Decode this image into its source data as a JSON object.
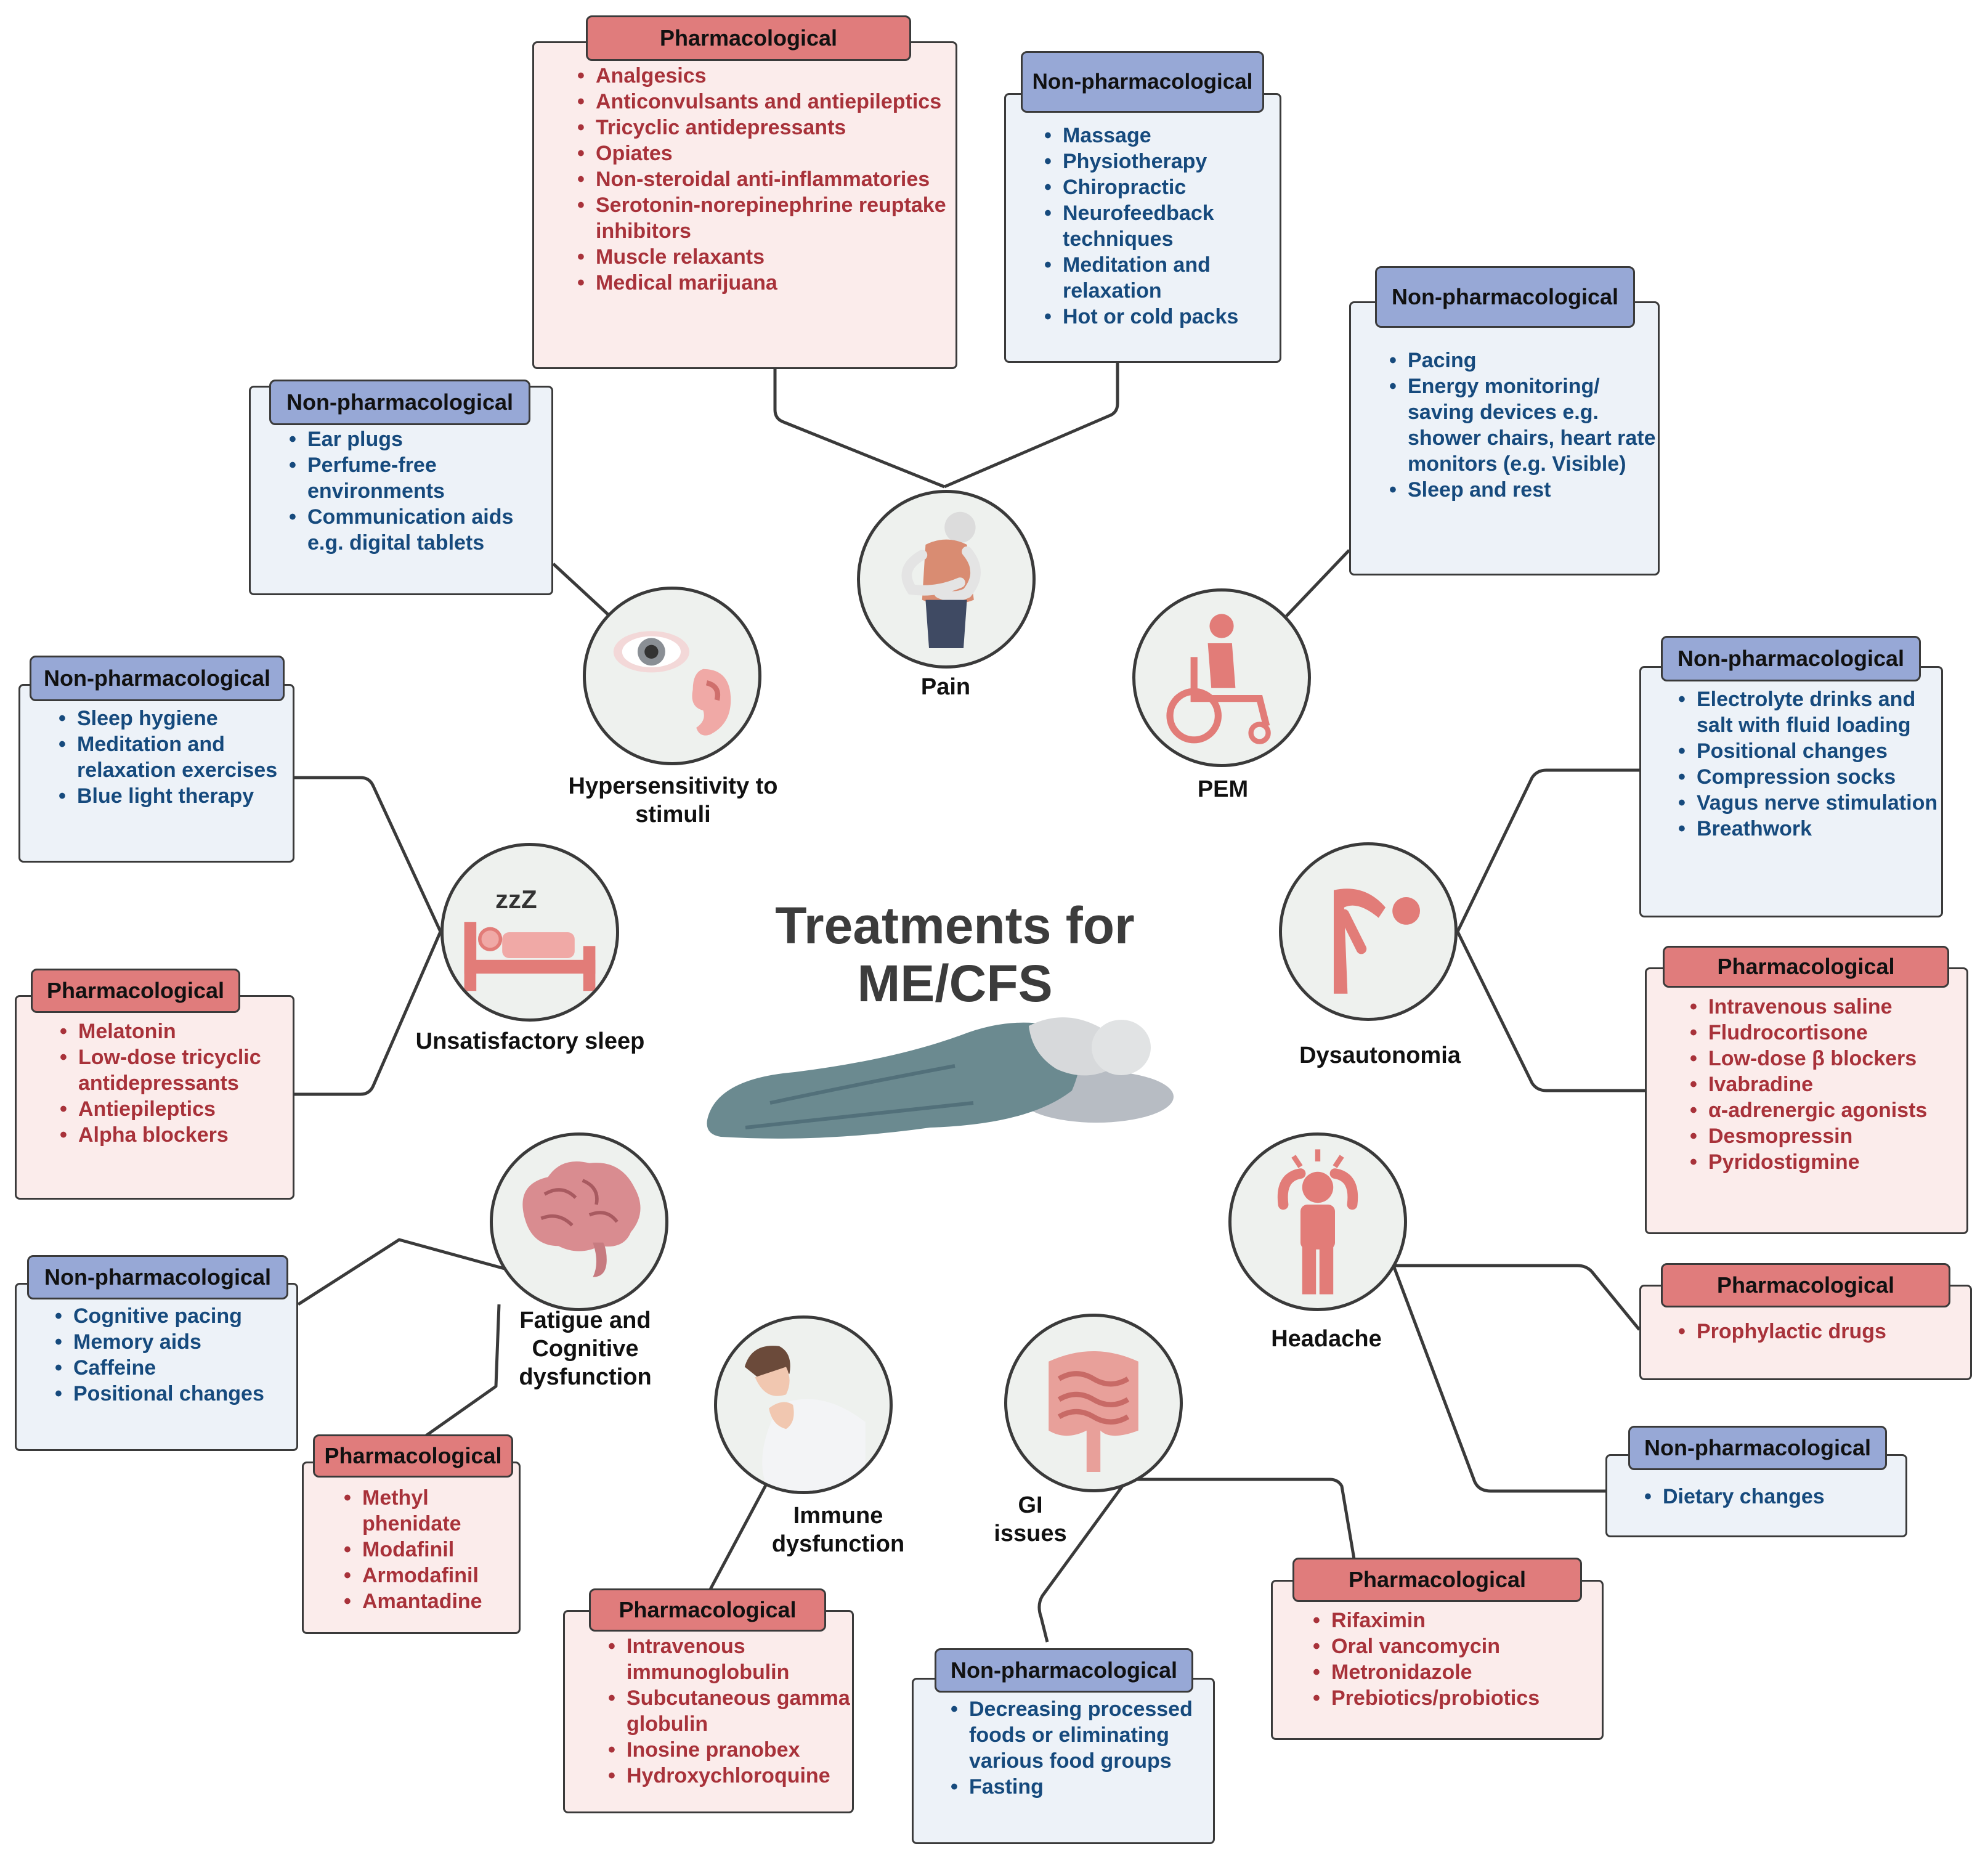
{
  "title": "Treatments for ME/CFS",
  "colors": {
    "pharmacological": "#e07c7c",
    "non_pharmacological": "#97a8d6",
    "pharma_text": "#a8323a",
    "nonpharma_text": "#164a7d"
  },
  "symptoms": {
    "pain": {
      "label": "Pain",
      "icon": "person-holding-stomach-icon",
      "pharmacological": {
        "heading": "Pharmacological",
        "items": [
          "Analgesics",
          "Anticonvulsants and antiepileptics",
          "Tricyclic antidepressants",
          "Opiates",
          "Non-steroidal anti-inflammatories",
          "Serotonin-norepinephrine reuptake inhibitors",
          "Muscle relaxants",
          "Medical marijuana"
        ]
      },
      "non_pharmacological": {
        "heading": "Non-pharmacological",
        "items": [
          "Massage",
          "Physiotherapy",
          "Chiropractic",
          "Neurofeedback techniques",
          "Meditation and relaxation",
          "Hot or cold packs"
        ]
      }
    },
    "pem": {
      "label": "PEM",
      "icon": "wheelchair-icon",
      "non_pharmacological": {
        "heading": "Non-pharmacological",
        "items": [
          "Pacing",
          "Energy monitoring/ saving devices e.g. shower chairs, heart rate monitors (e.g. Visible)",
          "Sleep and rest"
        ]
      }
    },
    "hypersensitivity": {
      "label": "Hypersensitivity to stimuli",
      "icon": "eye-and-ear-icon",
      "non_pharmacological": {
        "heading": "Non-pharmacological",
        "items": [
          "Ear plugs",
          "Perfume-free environments",
          "Communication aids e.g. digital tablets"
        ]
      }
    },
    "sleep": {
      "label": "Unsatisfactory sleep",
      "icon": "bed-sleeping-icon",
      "icon_text": "zzZ",
      "non_pharmacological": {
        "heading": "Non-pharmacological",
        "items": [
          "Sleep hygiene",
          "Meditation and relaxation exercises",
          "Blue light therapy"
        ]
      },
      "pharmacological": {
        "heading": "Pharmacological",
        "items": [
          "Melatonin",
          "Low-dose tricyclic antidepressants",
          "Antiepileptics",
          "Alpha blockers"
        ]
      }
    },
    "dysautonomia": {
      "label": "Dysautonomia",
      "icon": "person-bending-dizzy-icon",
      "non_pharmacological": {
        "heading": "Non-pharmacological",
        "items": [
          "Electrolyte drinks and salt with fluid loading",
          "Positional changes",
          "Compression socks",
          "Vagus nerve stimulation",
          "Breathwork"
        ]
      },
      "pharmacological": {
        "heading": "Pharmacological",
        "items": [
          "Intravenous saline",
          "Fludrocortisone",
          "Low-dose β blockers",
          "Ivabradine",
          "α-adrenergic agonists",
          "Desmopressin",
          "Pyridostigmine"
        ]
      }
    },
    "headache": {
      "label": "Headache",
      "icon": "person-holding-head-icon",
      "pharmacological": {
        "heading": "Pharmacological",
        "items": [
          "Prophylactic drugs"
        ]
      },
      "non_pharmacological": {
        "heading": "Non-pharmacological",
        "items": [
          "Dietary changes"
        ]
      }
    },
    "fatigue": {
      "label": "Fatigue and Cognitive dysfunction",
      "icon": "brain-icon",
      "non_pharmacological": {
        "heading": "Non-pharmacological",
        "items": [
          "Cognitive pacing",
          "Memory aids",
          "Caffeine",
          "Positional changes"
        ]
      },
      "pharmacological": {
        "heading": "Pharmacological",
        "items": [
          "Methyl phenidate",
          "Modafinil",
          "Armodafinil",
          "Amantadine"
        ]
      }
    },
    "immune": {
      "label": "Immune dysfunction",
      "icon": "person-coughing-icon",
      "pharmacological": {
        "heading": "Pharmacological",
        "items": [
          "Intravenous immunoglobulin",
          "Subcutaneous gamma globulin",
          "Inosine pranobex",
          "Hydroxychloroquine"
        ]
      }
    },
    "gi": {
      "label": "GI issues",
      "icon": "intestines-icon",
      "non_pharmacological": {
        "heading": "Non-pharmacological",
        "items": [
          "Decreasing processed foods or eliminating various food groups",
          "Fasting"
        ]
      },
      "pharmacological": {
        "heading": "Pharmacological",
        "items": [
          "Rifaximin",
          "Oral vancomycin",
          "Metronidazole",
          "Prebiotics/probiotics"
        ]
      }
    }
  }
}
